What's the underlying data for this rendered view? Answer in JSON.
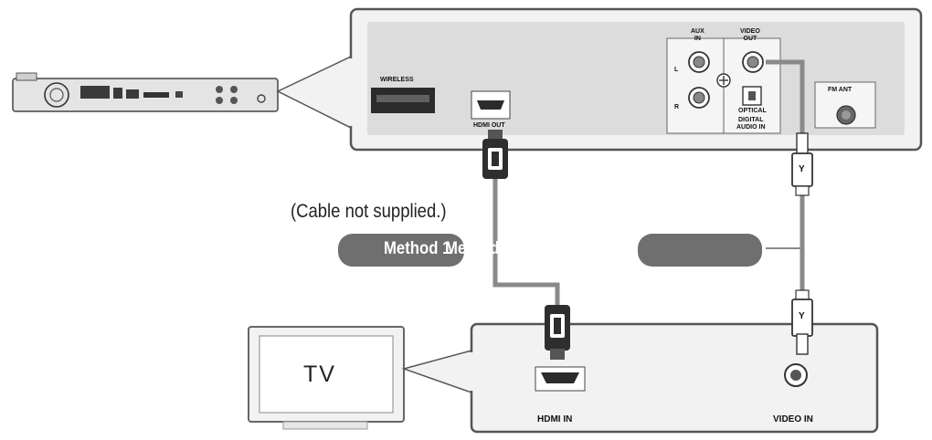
{
  "labels": {
    "wireless": "WIRELESS",
    "hdmi_out": "HDMI OUT",
    "aux_in": "AUX\nIN",
    "aux_l": "L",
    "aux_r": "R",
    "video_out": "VIDEO\nOUT",
    "optical": "OPTICAL",
    "digital_audio_in": "DIGITAL\nAUDIO IN",
    "fm_ant": "FM ANT",
    "cable_note": "(Cable not supplied.)",
    "method_1": "Method 1",
    "method_2": "Method 2",
    "tv": "TV",
    "hdmi_in": "HDMI IN",
    "video_in": "VIDEO IN",
    "plug_letter_top": "Y",
    "plug_letter_bottom": "Y"
  },
  "colors": {
    "panel_fill": "#f2f2f2",
    "panel_stroke": "#555555",
    "inner_panel": "#dcdcdc",
    "cable": "#8a8a8a",
    "pill": "#6f6f6f",
    "plug_dark": "#2e2e2e"
  }
}
